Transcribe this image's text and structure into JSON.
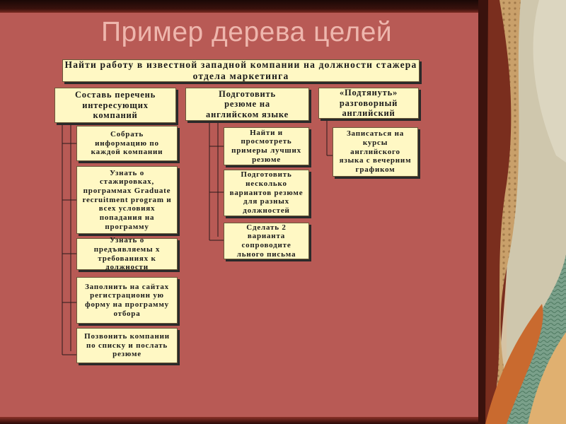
{
  "title": "Пример дерева целей",
  "root": "Найти работу в известной западной компании на должности стажера отдела маркетинга",
  "branches": [
    {
      "label": "Составь перечень интересующих компаний",
      "children": [
        "Собрать информацию по каждой компании",
        "Узнать о стажировках, программах Graduate recruitment program и всех условиях попадания на программу",
        "Узнать о предъявляемы х требованиях к должности",
        "Заполнить на сайтах регистрационн ую форму на программу отбора",
        "Позвонить компании по списку и послать резюме"
      ]
    },
    {
      "label": "Подготовить резюме на английском языке",
      "children": [
        "Найти и просмотреть примеры лучших резюме",
        "Подготовить несколько вариантов резюме для разных должностей",
        "Сделать 2 варианта сопроводите льного письма"
      ]
    },
    {
      "label": "«Подтянуть» разговорный английский",
      "children": [
        "Записаться на курсы английского языка с вечерним графиком"
      ]
    }
  ]
}
